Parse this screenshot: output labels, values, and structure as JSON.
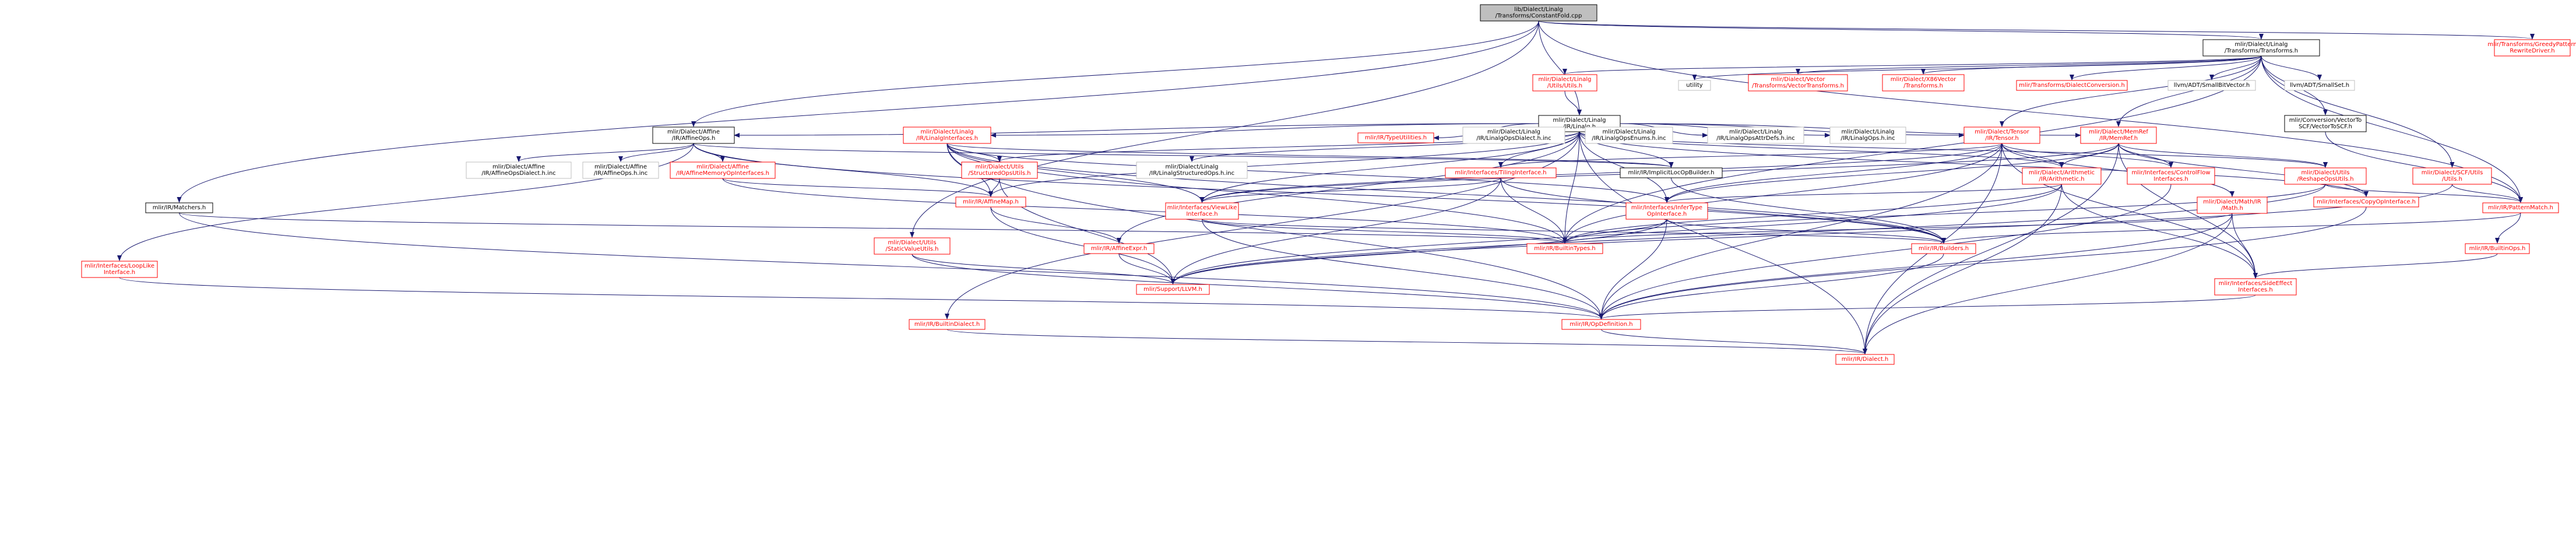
{
  "graph": {
    "root": "lib/Dialect/Linalg/Transforms/ConstantFold.cpp",
    "nodes": [
      {
        "id": "root",
        "lines": [
          "lib/Dialect/Linalg",
          "/Transforms/ConstantFold.cpp"
        ],
        "style": "root"
      },
      {
        "id": "transforms",
        "lines": [
          "mlir/Dialect/Linalg",
          "/Transforms/Transforms.h"
        ],
        "style": "hdr"
      },
      {
        "id": "greedy",
        "lines": [
          "mlir/Transforms/GreedyPattern",
          "RewriteDriver.h"
        ],
        "style": "red"
      },
      {
        "id": "linalgutils",
        "lines": [
          "mlir/Dialect/Linalg",
          "/Utils/Utils.h"
        ],
        "style": "red"
      },
      {
        "id": "utility",
        "lines": [
          "utility"
        ],
        "style": "grey"
      },
      {
        "id": "vectortransforms",
        "lines": [
          "mlir/Dialect/Vector",
          "/Transforms/VectorTransforms.h"
        ],
        "style": "red"
      },
      {
        "id": "x86vector",
        "lines": [
          "mlir/Dialect/X86Vector",
          "/Transforms.h"
        ],
        "style": "red"
      },
      {
        "id": "dialectconv",
        "lines": [
          "mlir/Transforms/DialectConversion.h"
        ],
        "style": "red"
      },
      {
        "id": "smallbitvector",
        "lines": [
          "llvm/ADT/SmallBitVector.h"
        ],
        "style": "grey"
      },
      {
        "id": "smallset",
        "lines": [
          "llvm/ADT/SmallSet.h"
        ],
        "style": "grey"
      },
      {
        "id": "linalg",
        "lines": [
          "mlir/Dialect/Linalg",
          "/IR/Linalg.h"
        ],
        "style": "hdr"
      },
      {
        "id": "convscf",
        "lines": [
          "mlir/Conversion/VectorTo",
          "SCF/VectorToSCF.h"
        ],
        "style": "hdr"
      },
      {
        "id": "affineops",
        "lines": [
          "mlir/Dialect/Affine",
          "/IR/AffineOps.h"
        ],
        "style": "hdr"
      },
      {
        "id": "linalginterfaces",
        "lines": [
          "mlir/Dialect/Linalg",
          "/IR/LinalgInterfaces.h"
        ],
        "style": "red"
      },
      {
        "id": "typeutilities",
        "lines": [
          "mlir/IR/TypeUtilities.h"
        ],
        "style": "red"
      },
      {
        "id": "opsdialect",
        "lines": [
          "mlir/Dialect/Linalg",
          "/IR/LinalgOpsDialect.h.inc"
        ],
        "style": "grey"
      },
      {
        "id": "opsenums",
        "lines": [
          "mlir/Dialect/Linalg",
          "/IR/LinalgOpsEnums.h.inc"
        ],
        "style": "grey"
      },
      {
        "id": "opsattrdefs",
        "lines": [
          "mlir/Dialect/Linalg",
          "/IR/LinalgOpsAttrDefs.h.inc"
        ],
        "style": "grey"
      },
      {
        "id": "linalgops",
        "lines": [
          "mlir/Dialect/Linalg",
          "/IR/LinalgOps.h.inc"
        ],
        "style": "grey"
      },
      {
        "id": "tensor",
        "lines": [
          "mlir/Dialect/Tensor",
          "/IR/Tensor.h"
        ],
        "style": "red"
      },
      {
        "id": "memref",
        "lines": [
          "mlir/Dialect/MemRef",
          "/IR/MemRef.h"
        ],
        "style": "red"
      },
      {
        "id": "affineopsdialect",
        "lines": [
          "mlir/Dialect/Affine",
          "/IR/AffineOpsDialect.h.inc"
        ],
        "style": "grey"
      },
      {
        "id": "affineopsinc",
        "lines": [
          "mlir/Dialect/Affine",
          "/IR/AffineOps.h.inc"
        ],
        "style": "grey"
      },
      {
        "id": "affinememiface",
        "lines": [
          "mlir/Dialect/Affine",
          "/IR/AffineMemoryOpInterfaces.h"
        ],
        "style": "red"
      },
      {
        "id": "structuredutils",
        "lines": [
          "mlir/Dialect/Utils",
          "/StructuredOpsUtils.h"
        ],
        "style": "red"
      },
      {
        "id": "linalgstructured",
        "lines": [
          "mlir/Dialect/Linalg",
          "/IR/LinalgStructuredOps.h.inc"
        ],
        "style": "grey"
      },
      {
        "id": "tilinginterface",
        "lines": [
          "mlir/Interfaces/TilingInterface.h"
        ],
        "style": "red"
      },
      {
        "id": "implicitloc",
        "lines": [
          "mlir/IR/ImplicitLocOpBuilder.h"
        ],
        "style": "hdr"
      },
      {
        "id": "arith",
        "lines": [
          "mlir/Dialect/Arithmetic",
          "/IR/Arithmetic.h"
        ],
        "style": "red"
      },
      {
        "id": "controlflow",
        "lines": [
          "mlir/Interfaces/ControlFlow",
          "Interfaces.h"
        ],
        "style": "red"
      },
      {
        "id": "reshapeutils",
        "lines": [
          "mlir/Dialect/Utils",
          "/ReshapeOpsUtils.h"
        ],
        "style": "red"
      },
      {
        "id": "scfutils",
        "lines": [
          "mlir/Dialect/SCF/Utils",
          "/Utils.h"
        ],
        "style": "red"
      },
      {
        "id": "copyiface",
        "lines": [
          "mlir/Interfaces/CopyOpInterface.h"
        ],
        "style": "red"
      },
      {
        "id": "matchers",
        "lines": [
          "mlir/IR/Matchers.h"
        ],
        "style": "hdr"
      },
      {
        "id": "loopiface",
        "lines": [
          "mlir/Interfaces/LoopLike",
          "Interface.h"
        ],
        "style": "red"
      },
      {
        "id": "affinemap",
        "lines": [
          "mlir/IR/AffineMap.h"
        ],
        "style": "red"
      },
      {
        "id": "viewlike",
        "lines": [
          "mlir/Interfaces/ViewLike",
          "Interface.h"
        ],
        "style": "red"
      },
      {
        "id": "infertype",
        "lines": [
          "mlir/Interfaces/InferType",
          "OpInterface.h"
        ],
        "style": "red"
      },
      {
        "id": "mathir",
        "lines": [
          "mlir/Dialect/Math/IR",
          "/Math.h"
        ],
        "style": "red"
      },
      {
        "id": "patternmatch",
        "lines": [
          "mlir/IR/PatternMatch.h"
        ],
        "style": "red"
      },
      {
        "id": "staticvalue",
        "lines": [
          "mlir/Dialect/Utils",
          "/StaticValueUtils.h"
        ],
        "style": "red"
      },
      {
        "id": "affineexpr",
        "lines": [
          "mlir/IR/AffineExpr.h"
        ],
        "style": "red"
      },
      {
        "id": "builtintypes",
        "lines": [
          "mlir/IR/BuiltinTypes.h"
        ],
        "style": "red"
      },
      {
        "id": "builders",
        "lines": [
          "mlir/IR/Builders.h"
        ],
        "style": "red"
      },
      {
        "id": "builtinops",
        "lines": [
          "mlir/IR/BuiltinOps.h"
        ],
        "style": "red"
      },
      {
        "id": "llvm",
        "lines": [
          "mlir/Support/LLVM.h"
        ],
        "style": "red"
      },
      {
        "id": "sideeffect",
        "lines": [
          "mlir/Interfaces/SideEffect",
          "Interfaces.h"
        ],
        "style": "red"
      },
      {
        "id": "builtindialect",
        "lines": [
          "mlir/IR/BuiltinDialect.h"
        ],
        "style": "red"
      },
      {
        "id": "opdef",
        "lines": [
          "mlir/IR/OpDefinition.h"
        ],
        "style": "red"
      },
      {
        "id": "dialect",
        "lines": [
          "mlir/IR/Dialect.h"
        ],
        "style": "red"
      }
    ],
    "edges": [
      [
        "root",
        "transforms"
      ],
      [
        "root",
        "greedy"
      ],
      [
        "root",
        "linalg"
      ],
      [
        "root",
        "affineops"
      ],
      [
        "root",
        "matchers"
      ],
      [
        "root",
        "patternmatch"
      ],
      [
        "root",
        "staticvalue"
      ],
      [
        "transforms",
        "linalgutils"
      ],
      [
        "transforms",
        "utility"
      ],
      [
        "transforms",
        "vectortransforms"
      ],
      [
        "transforms",
        "x86vector"
      ],
      [
        "transforms",
        "dialectconv"
      ],
      [
        "transforms",
        "smallbitvector"
      ],
      [
        "transforms",
        "smallset"
      ],
      [
        "transforms",
        "convscf"
      ],
      [
        "transforms",
        "tensor"
      ],
      [
        "transforms",
        "memref"
      ],
      [
        "transforms",
        "scfutils"
      ],
      [
        "transforms",
        "builtintypes"
      ],
      [
        "transforms",
        "patternmatch"
      ],
      [
        "linalgutils",
        "linalg"
      ],
      [
        "linalg",
        "affineops"
      ],
      [
        "linalg",
        "linalginterfaces"
      ],
      [
        "linalg",
        "typeutilities"
      ],
      [
        "linalg",
        "opsdialect"
      ],
      [
        "linalg",
        "opsenums"
      ],
      [
        "linalg",
        "opsattrdefs"
      ],
      [
        "linalg",
        "linalgops"
      ],
      [
        "linalg",
        "tensor"
      ],
      [
        "linalg",
        "memref"
      ],
      [
        "linalg",
        "structuredutils"
      ],
      [
        "linalg",
        "linalgstructured"
      ],
      [
        "linalg",
        "tilinginterface"
      ],
      [
        "linalg",
        "implicitloc"
      ],
      [
        "linalg",
        "arith"
      ],
      [
        "linalg",
        "copyiface"
      ],
      [
        "linalg",
        "affinemap"
      ],
      [
        "linalg",
        "viewlike"
      ],
      [
        "linalg",
        "infertype"
      ],
      [
        "linalg",
        "builtintypes"
      ],
      [
        "linalg",
        "affineexpr"
      ],
      [
        "linalg",
        "reshapeutils"
      ],
      [
        "linalg",
        "dialect"
      ],
      [
        "linalg",
        "builtindialect"
      ],
      [
        "convscf",
        "patternmatch"
      ],
      [
        "affineops",
        "affineopsdialect"
      ],
      [
        "affineops",
        "affineopsinc"
      ],
      [
        "affineops",
        "affinememiface"
      ],
      [
        "affineops",
        "loopiface"
      ],
      [
        "affineops",
        "affinemap"
      ],
      [
        "affineops",
        "builders"
      ],
      [
        "affineops",
        "implicitloc"
      ],
      [
        "linalginterfaces",
        "structuredutils"
      ],
      [
        "linalginterfaces",
        "affinemap"
      ],
      [
        "linalginterfaces",
        "viewlike"
      ],
      [
        "linalginterfaces",
        "infertype"
      ],
      [
        "linalginterfaces",
        "builtintypes"
      ],
      [
        "linalginterfaces",
        "opdef"
      ],
      [
        "linalginterfaces",
        "builders"
      ],
      [
        "linalginterfaces",
        "implicitloc"
      ],
      [
        "tensor",
        "arith"
      ],
      [
        "tensor",
        "controlflow"
      ],
      [
        "tensor",
        "viewlike"
      ],
      [
        "tensor",
        "infertype"
      ],
      [
        "tensor",
        "tilinginterface"
      ],
      [
        "tensor",
        "builtintypes"
      ],
      [
        "tensor",
        "sideeffect"
      ],
      [
        "tensor",
        "opdef"
      ],
      [
        "tensor",
        "dialect"
      ],
      [
        "tensor",
        "mathir"
      ],
      [
        "memref",
        "arith"
      ],
      [
        "memref",
        "controlflow"
      ],
      [
        "memref",
        "copyiface"
      ],
      [
        "memref",
        "viewlike"
      ],
      [
        "memref",
        "reshapeutils"
      ],
      [
        "memref",
        "sideeffect"
      ],
      [
        "memref",
        "dialect"
      ],
      [
        "memref",
        "infertype"
      ],
      [
        "affinememiface",
        "affinemap"
      ],
      [
        "affinememiface",
        "builtintypes"
      ],
      [
        "structuredutils",
        "affinemap"
      ],
      [
        "structuredutils",
        "llvm"
      ],
      [
        "tilinginterface",
        "viewlike"
      ],
      [
        "tilinginterface",
        "builtintypes"
      ],
      [
        "tilinginterface",
        "builders"
      ],
      [
        "tilinginterface",
        "llvm"
      ],
      [
        "implicitloc",
        "builders"
      ],
      [
        "arith",
        "infertype"
      ],
      [
        "arith",
        "sideeffect"
      ],
      [
        "arith",
        "llvm"
      ],
      [
        "arith",
        "dialect"
      ],
      [
        "arith",
        "builtintypes"
      ],
      [
        "controlflow",
        "opdef"
      ],
      [
        "reshapeutils",
        "patternmatch"
      ],
      [
        "reshapeutils",
        "builtintypes"
      ],
      [
        "reshapeutils",
        "llvm"
      ],
      [
        "scfutils",
        "patternmatch"
      ],
      [
        "scfutils",
        "llvm"
      ],
      [
        "copyiface",
        "opdef"
      ],
      [
        "matchers",
        "builtintypes"
      ],
      [
        "matchers",
        "opdef"
      ],
      [
        "loopiface",
        "opdef"
      ],
      [
        "affinemap",
        "affineexpr"
      ],
      [
        "affinemap",
        "llvm"
      ],
      [
        "viewlike",
        "builtintypes"
      ],
      [
        "viewlike",
        "builders"
      ],
      [
        "viewlike",
        "opdef"
      ],
      [
        "infertype",
        "builtintypes"
      ],
      [
        "infertype",
        "builders"
      ],
      [
        "infertype",
        "opdef"
      ],
      [
        "infertype",
        "llvm"
      ],
      [
        "mathir",
        "builtintypes"
      ],
      [
        "mathir",
        "opdef"
      ],
      [
        "mathir",
        "sideeffect"
      ],
      [
        "mathir",
        "dialect"
      ],
      [
        "patternmatch",
        "builtinops"
      ],
      [
        "patternmatch",
        "builders"
      ],
      [
        "staticvalue",
        "opdef"
      ],
      [
        "staticvalue",
        "llvm"
      ],
      [
        "affineexpr",
        "llvm"
      ],
      [
        "builtinops",
        "sideeffect"
      ],
      [
        "builders",
        "opdef"
      ],
      [
        "sideeffect",
        "opdef"
      ],
      [
        "builtindialect",
        "dialect"
      ],
      [
        "opdef",
        "dialect"
      ]
    ]
  }
}
